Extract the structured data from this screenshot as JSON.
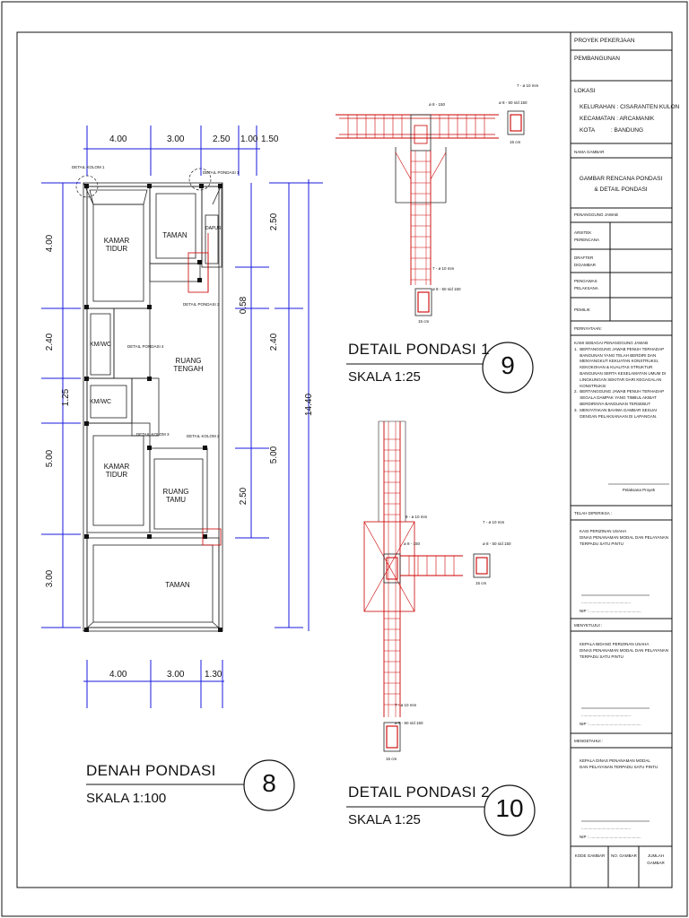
{
  "plan": {
    "dims_top": [
      "4.00",
      "3.00",
      "2.50",
      "1.00",
      "1.50"
    ],
    "dims_bottom": [
      "4.00",
      "3.00",
      "1.30"
    ],
    "dims_left": [
      "4.00",
      "2.40",
      "1.25",
      "5.00",
      "3.00"
    ],
    "dims_right_inner": [
      "2.50",
      "0.58",
      "2.40",
      "5.00",
      "2.50"
    ],
    "dim_total": "14.40",
    "rooms": {
      "kamar1": "KAMAR\nTIDUR",
      "taman1": "TAMAN",
      "dapur": "DAPUR",
      "kmwc1": "KM/WC",
      "kmwc2": "KM/WC",
      "ruang_tengah": "RUANG\nTENGAH",
      "kamar2": "KAMAR\nTIDUR",
      "ruang_tamu": "RUANG\nTAMU",
      "taman2": "TAMAN"
    },
    "callouts": {
      "dk1": "DETAIL KOLOM 1",
      "dp1": "DETAIL PONDASI 1",
      "dp2": "DETAIL PONDASI 2",
      "dp4": "DETAIL PONDASI 4",
      "dk3": "DETAIL KOLOM 3",
      "dk2": "DETAIL KOLOM 2"
    }
  },
  "labels": {
    "denah_title": "DENAH PONDASI",
    "denah_scale": "SKALA 1:100",
    "denah_num": "8",
    "dp1_title": "DETAIL PONDASI 1",
    "dp1_scale": "SKALA 1:25",
    "dp1_num": "9",
    "dp2_title": "DETAIL PONDASI 2",
    "dp2_scale": "SKALA 1:25",
    "dp2_num": "10"
  },
  "detail_notes": {
    "a1": "7 - ø 10 mm",
    "a2": "ø 8 - 50 s/d 150",
    "a3": "15 cm",
    "a4": "ø 8 - 150",
    "b1": "7 - ø 10 mm",
    "b2": "ø 8 - 50 s/d 150",
    "b3": "15 cm",
    "c1": "8 - ø 10 mm",
    "c2": "ø 8 - 150",
    "c3": "7 - ø 10 mm",
    "c4": "ø 8 - 50 s/d 150",
    "c5": "15 cm",
    "d1": "7 - ø 10 mm",
    "d2": "ø 8 - 50 s/d 150",
    "d3": "15 cm"
  },
  "titleblock": {
    "proyek_label": "PROYEK PEKERJAAN",
    "proyek_value": "PEMBANGUNAN",
    "lokasi_label": "LOKASI",
    "kelurahan": "KELURAHAN : CISARANTEN KULON",
    "kecamatan": "KECAMATAN : ARCAMANIK",
    "kota": "KOTA          : BANDUNG",
    "nama_gambar_label": "NAMA GAMBAR",
    "nama_gambar_1": "GAMBAR RENCANA PONDASI",
    "nama_gambar_2": "& DETAIL PONDASI",
    "pj_label": "PENANGGUNG JAWAB",
    "arsitek": "ARSITEK\nPERENCANA",
    "drafter": "DRAFTER\nDIGAMBAR",
    "pengawas": "PENGAWAS\nPELAKSANA",
    "pemilik": "PEMILIK",
    "pernyataan_label": "PERNYATAAN:",
    "pernyataan_text": "KAMI SEBAGAI PENANGGUNG JAWAB\n1.  BERTANGGUNG JAWAB PENUH TERHADAP\n     BANGUNAN YANG TELAH BERDIRI DAN\n     MENYANGKUT KEKUATAN KONSTRUKSI,\n     KEKOKOHAN & KUALITAS STRUKTUR\n     BANGUNAN SERTA KESELAMATAN UMUM DI\n     LINGKUNGAN SEKITAR DARI KEGAGALAN\n     KONSTRUKSI\n2.  BERTANGGUNG JAWAB PENUH TERHADAP\n     SEGALA DAMPAK YANG TIMBUL AKIBAT\n     BERDIRINYA BANGUNAN TERSEBUT\n3.  MENYATAKAN BAHWA GAMBAR SESUAI\n     DENGAN PELAKSANAAN DI LAPANGAN.",
    "pelaksana": "Pelaksana Proyek",
    "diperiksa_label": "TELAH DIPERIKSA :",
    "diperiksa_text": "KASI PERIZINAN USAHA\nDINAS PENANAMAN MODAL DAN PELAYANAN\nTERPADU SATU PINTU",
    "dots": "............................................",
    "nip": "NIP : ..............................................",
    "menyetujui_label": "MENYETUJUI :",
    "menyetujui_text": "KEPALA BIDANG PERIZINAN USAHA\nDINAS PENANAMAN MODAL DAN PELAYANAN\nTERPADU SATU PINTU",
    "mengetahui_label": "MENGETAHUI :",
    "mengetahui_text": "KEPALA DINAS PENANAMAN MODAL\nDAN PELAYANAN TERPADU SATU PINTU",
    "kode_gambar": "KODE GAMBAR",
    "no_gambar": "NO. GAMBAR",
    "jumlah_gambar": "JUMLAH GAMBAR"
  }
}
